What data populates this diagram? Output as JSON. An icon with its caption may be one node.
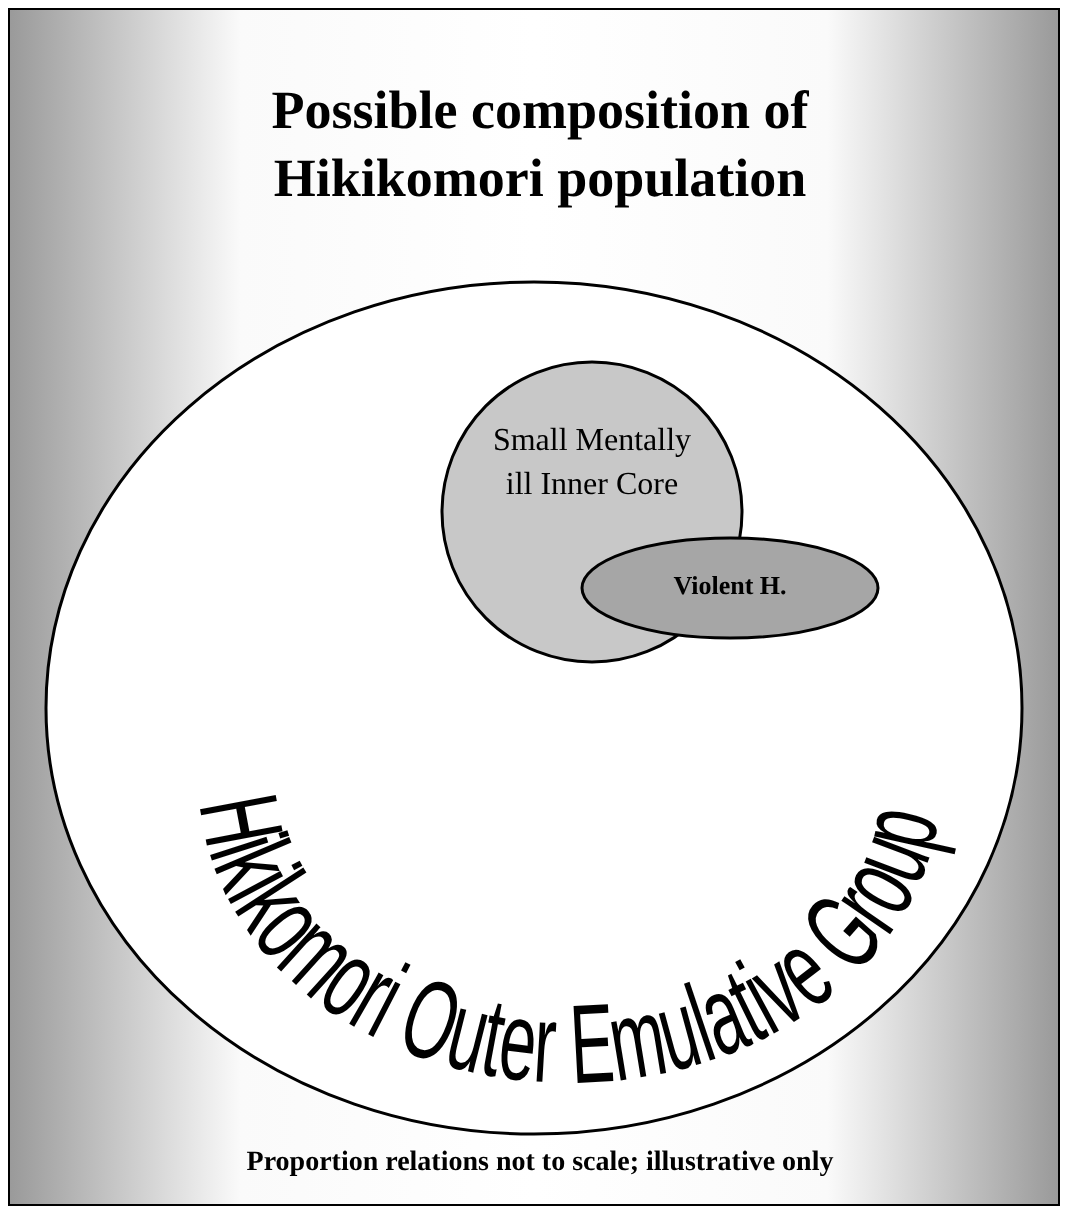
{
  "diagram": {
    "title": "Possible composition of Hikikomori population",
    "nodes": [
      {
        "text": [
          "Hikikomori Outer Emulative Group"
        ]
      },
      {
        "text": [
          "Small Mentally ill Inner Core"
        ],
        "in": 0
      },
      {
        "text": [
          "Violent H."
        ],
        "in": 0
      }
    ],
    "edges": [],
    "caption": "Proportion relations not to scale; illustrative only"
  }
}
